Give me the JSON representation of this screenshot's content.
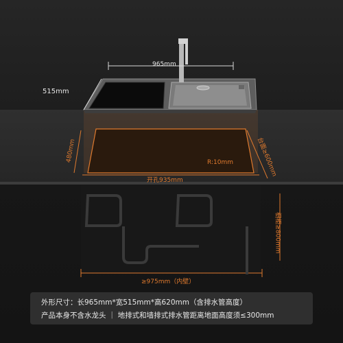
{
  "dimensions": {
    "width_label": "965mm",
    "depth_label": "515mm",
    "cutout_depth_label": "480mm",
    "cutout_width_label": "开孔935mm",
    "radius_label": "R:10mm",
    "countertop_label": "台面≥600mm",
    "cabinet_width_label": "橱柜≥800mm",
    "inner_wall_label": "≥975mm（内壁）"
  },
  "info": {
    "line1": "外形尺寸：长965mm*宽515mm*高620mm（含排水管高度）",
    "line2": "产品本身不含水龙头 ｜ 地排式和墙排式排水管距离地面高度须≤300mm"
  },
  "colors": {
    "accent": "#e07a2e",
    "background": "#1c1c1c",
    "text": "#e8e8e8"
  }
}
